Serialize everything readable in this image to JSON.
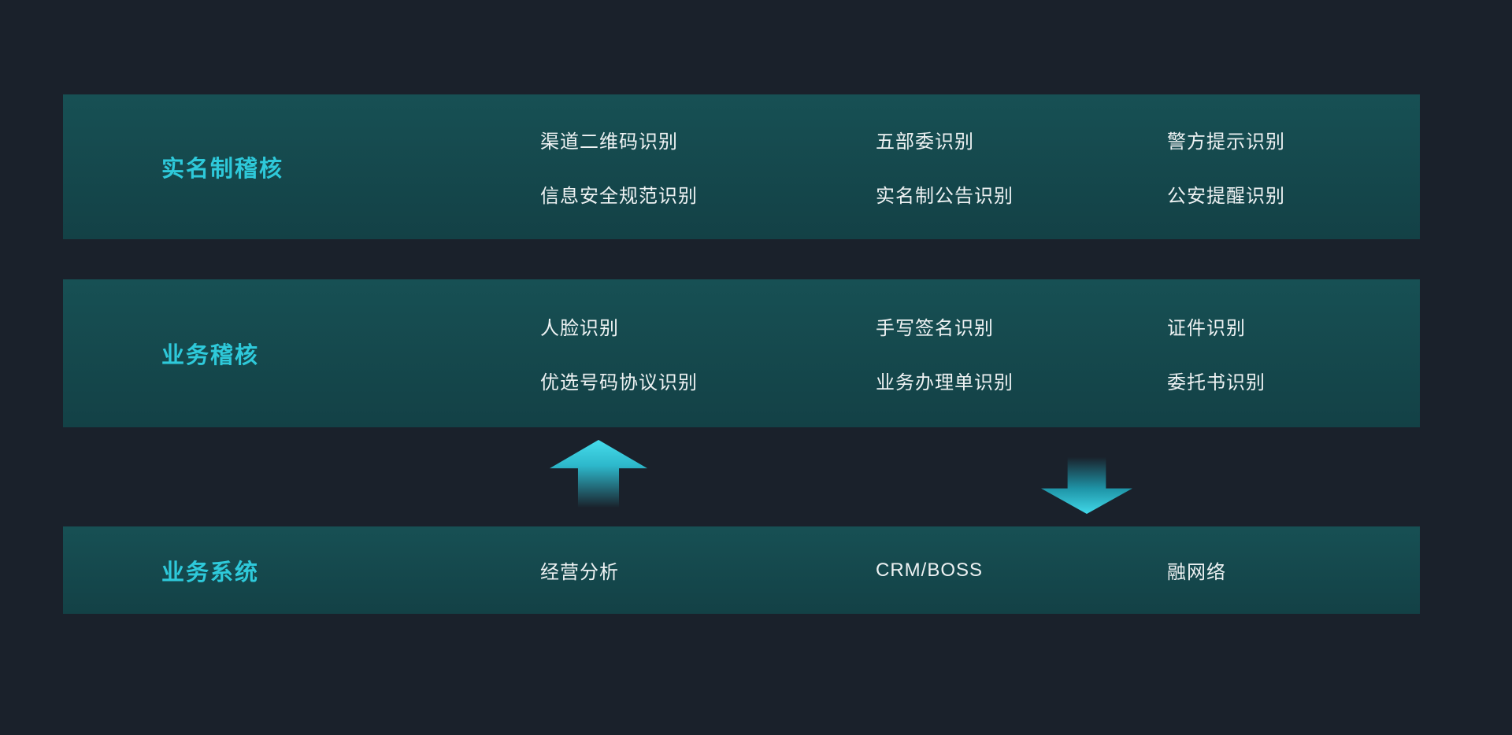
{
  "colors": {
    "background": "#1a212b",
    "band": "#154throw548",
    "band_top": "#175054",
    "band_bottom": "#134146",
    "accent_cyan": "#2ec9da",
    "text": "#eef2f3"
  },
  "icons": [
    {
      "name": "arrow-up-icon",
      "direction": "up"
    },
    {
      "name": "arrow-down-icon",
      "direction": "down"
    }
  ],
  "bands": [
    {
      "label": "实名制稽核",
      "columns": [
        {
          "items": [
            "渠道二维码识别",
            "信息安全规范识别"
          ]
        },
        {
          "items": [
            "五部委识别",
            "实名制公告识别"
          ]
        },
        {
          "items": [
            "警方提示识别",
            "公安提醒识别"
          ]
        }
      ]
    },
    {
      "label": "业务稽核",
      "columns": [
        {
          "items": [
            "人脸识别",
            "优选号码协议识别"
          ]
        },
        {
          "items": [
            "手写签名识别",
            "业务办理单识别"
          ]
        },
        {
          "items": [
            "证件识别",
            "委托书识别"
          ]
        }
      ]
    },
    {
      "label": "业务系统",
      "columns": [
        {
          "items": [
            "经营分析"
          ]
        },
        {
          "items": [
            "CRM/BOSS"
          ]
        },
        {
          "items": [
            "融网络"
          ]
        }
      ]
    }
  ]
}
